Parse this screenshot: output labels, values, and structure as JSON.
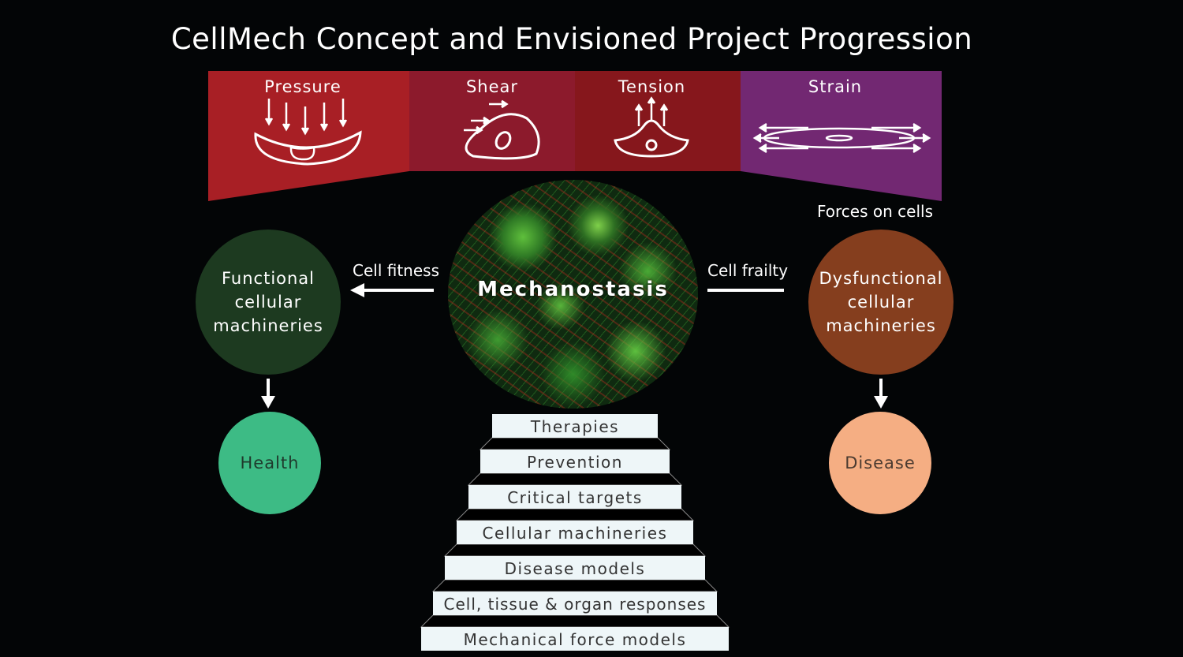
{
  "title": "CellMech Concept and Envisioned Project Progression",
  "forces": [
    {
      "label": "Pressure",
      "color": "#a81f25"
    },
    {
      "label": "Shear",
      "color": "#8c1a2c"
    },
    {
      "label": "Tension",
      "color": "#86171c"
    },
    {
      "label": "Strain",
      "color": "#722872"
    }
  ],
  "forces_caption": "Forces on cells",
  "center": {
    "label": "Mechanostasis"
  },
  "left": {
    "arrow_label": "Cell fitness",
    "machinery": "Functional cellular machineries",
    "outcome": "Health",
    "machinery_color": "#1d3a20",
    "outcome_color": "#3dbb85"
  },
  "right": {
    "arrow_label": "Cell frailty",
    "machinery": "Dysfunctional cellular machineries",
    "outcome": "Disease",
    "machinery_color": "#853e1e",
    "outcome_color": "#f5ae83"
  },
  "steps": [
    "Therapies",
    "Prevention",
    "Critical targets",
    "Cellular machineries",
    "Disease models",
    "Cell, tissue & organ responses",
    "Mechanical force models"
  ]
}
